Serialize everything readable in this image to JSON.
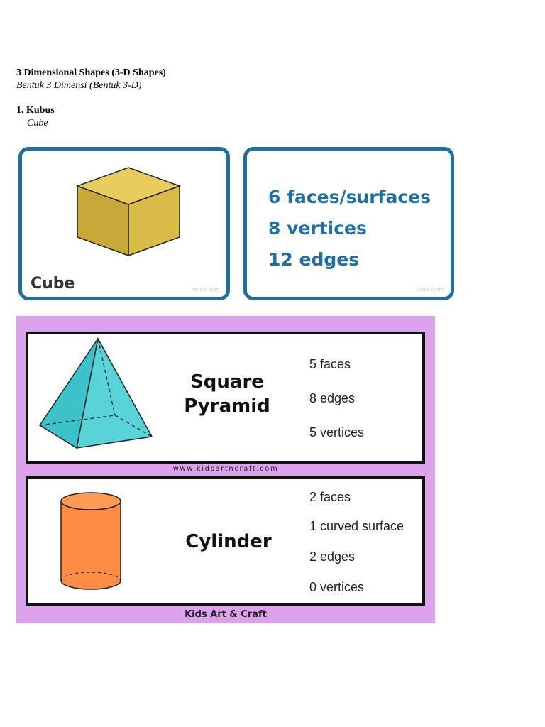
{
  "header": {
    "title": "3 Dimensional Shapes (3-D Shapes)",
    "subtitle": "Bentuk 3 Dimensi (Bentuk 3-D)"
  },
  "section1": {
    "heading": "1. Kubus",
    "translation": "Cube"
  },
  "cube_card": {
    "label": "Cube",
    "watermark": "twinkl.com",
    "face_color": "#e8c95a",
    "border_color": "#1f6fa3"
  },
  "facts_card": {
    "facts": [
      "6 faces/surfaces",
      "8 vertices",
      "12 edges"
    ],
    "watermark": "twinkl.com"
  },
  "worksheet": {
    "background": "#dda2ec",
    "url_footer": "www.kidsartncraft.com",
    "brand_footer": "Kids Art & Craft",
    "pyramid": {
      "name_line1": "Square",
      "name_line2": "Pyramid",
      "props": [
        "5 faces",
        "8 edges",
        "5 vertices"
      ],
      "color": "#3cc3c9"
    },
    "cylinder": {
      "name": "Cylinder",
      "props": [
        "2 faces",
        "1 curved surface",
        "2 edges",
        "0 vertices"
      ],
      "color": "#ff8c45"
    }
  }
}
